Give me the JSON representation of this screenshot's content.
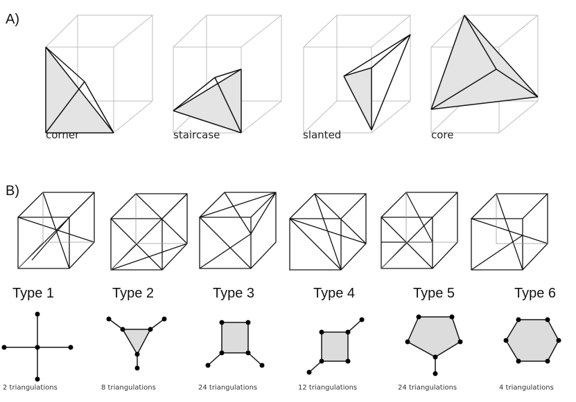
{
  "panel_a": {
    "label": "A)",
    "cubes": [
      {
        "id": "corner",
        "caption": "corner"
      },
      {
        "id": "staircase",
        "caption": "staircase"
      },
      {
        "id": "slanted",
        "caption": "slanted"
      },
      {
        "id": "core",
        "caption": "core"
      }
    ]
  },
  "panel_b": {
    "label": "B)",
    "types": [
      {
        "label": "Type 1",
        "triangulations": "2 triangulations"
      },
      {
        "label": "Type 2",
        "triangulations": "8 triangulations"
      },
      {
        "label": "Type 3",
        "triangulations": "24 triangulations"
      },
      {
        "label": "Type 4",
        "triangulations": "12 triangulations"
      },
      {
        "label": "Type 5",
        "triangulations": "24 triangulations"
      },
      {
        "label": "Type 6",
        "triangulations": "4 triangulations"
      }
    ]
  },
  "colors": {
    "cube_edge_light": "#bdbdbd",
    "cube_edge_dark": "#111111",
    "face_fill": "#e4e4e4",
    "graph_fill": "#dcdcdc",
    "node": "#000000"
  }
}
